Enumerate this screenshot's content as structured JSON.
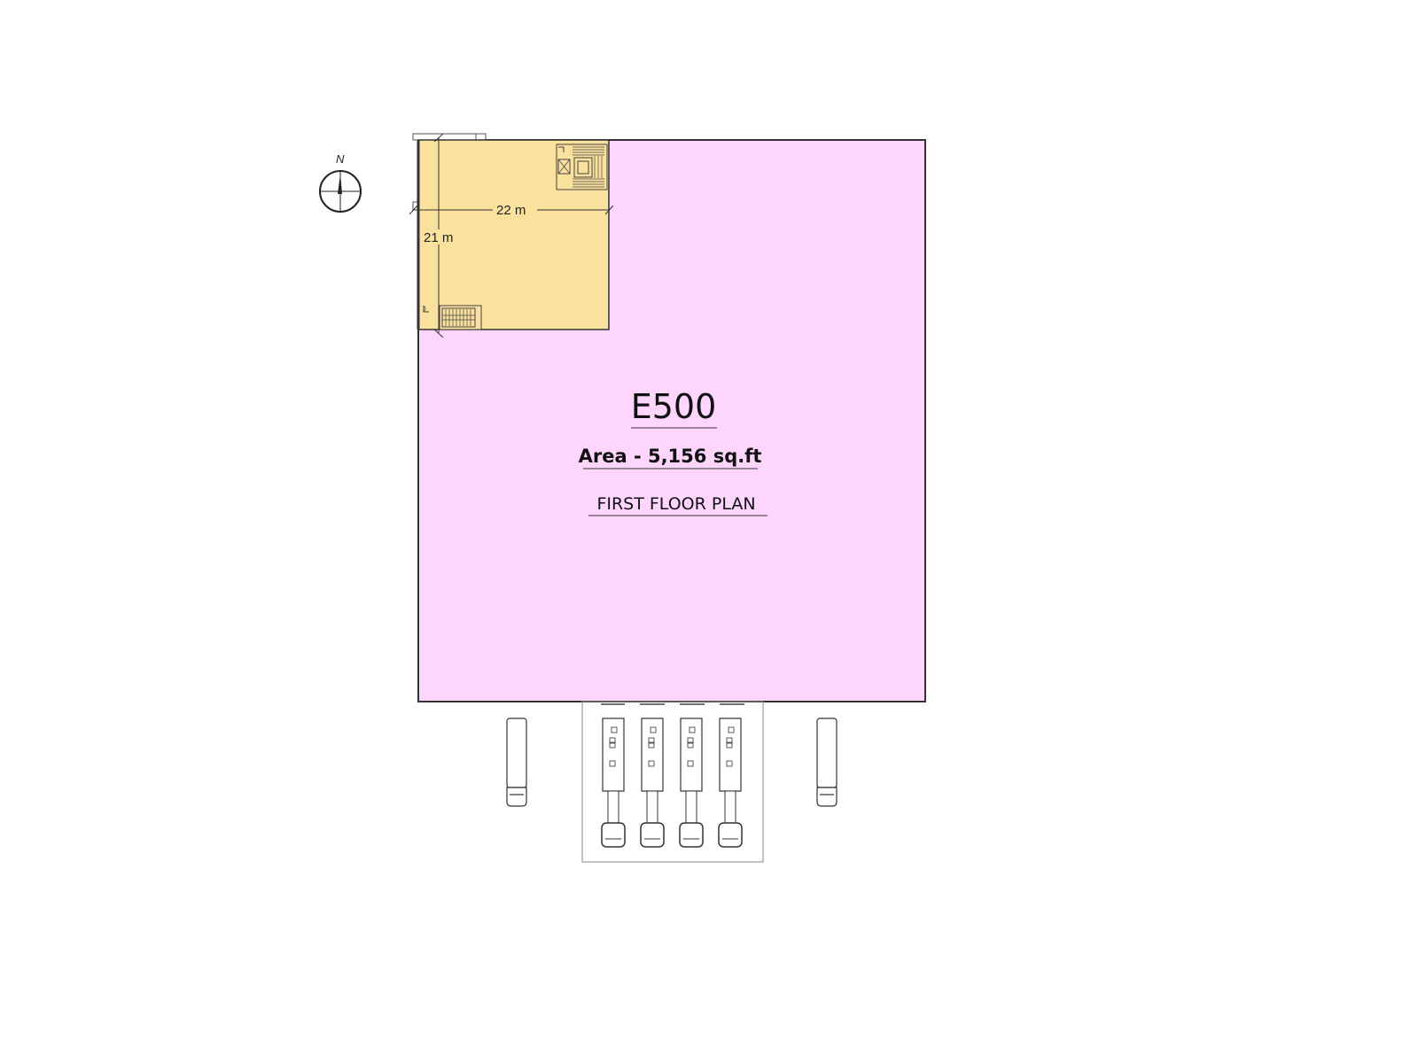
{
  "compass": {
    "label": "N"
  },
  "office": {
    "width_label": "22 m",
    "depth_label": "21 m"
  },
  "unit": {
    "name": "E500",
    "area": "Area - 5,156 sq.ft",
    "plan_title": "FIRST FLOOR PLAN"
  },
  "colors": {
    "warehouse_fill": "#fdd5fd",
    "office_fill": "#fbe19e",
    "outline": "#333333"
  },
  "loading_bays": {
    "dock_levellers": 4,
    "parked_trucks": 4,
    "side_trailers": 2
  }
}
